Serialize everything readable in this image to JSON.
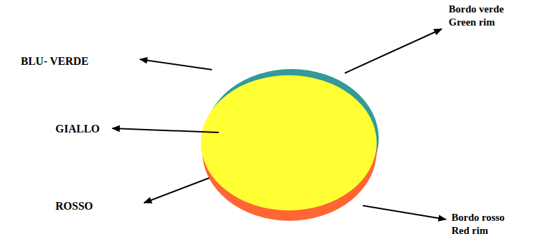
{
  "diagram": {
    "labels": [
      "BLU- VERDE",
      "GIALLO",
      "ROSSO",
      "Bordo verde",
      "Green rim",
      "Bordo rosso",
      "Red rim"
    ]
  }
}
